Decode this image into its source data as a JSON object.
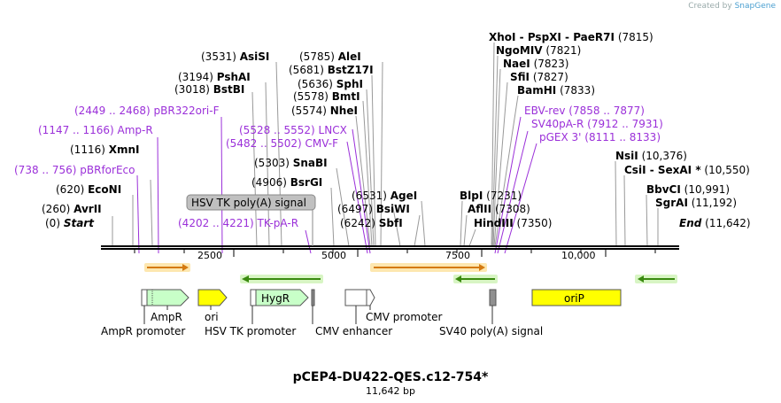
{
  "watermark": {
    "prefix": "Created by",
    "brand": "SnapGene"
  },
  "map": {
    "name": "pCEP4-DU422-QES.c12-754*",
    "length_label": "11,642 bp",
    "ticks": [
      "2500",
      "5000",
      "7500",
      "10,000"
    ]
  },
  "sites": [
    {
      "pos": "(0)",
      "name": "Start",
      "italic": true
    },
    {
      "pos": "(260)",
      "name": "AvrII"
    },
    {
      "pos": "(620)",
      "name": "EcoNI"
    },
    {
      "pos": "(1116)",
      "name": "XmnI"
    },
    {
      "pos": "(3018)",
      "name": "BstBI"
    },
    {
      "pos": "(3194)",
      "name": "PshAI"
    },
    {
      "pos": "(3531)",
      "name": "AsiSI"
    },
    {
      "pos": "(4906)",
      "name": "BsrGI"
    },
    {
      "pos": "(5303)",
      "name": "SnaBI"
    },
    {
      "pos": "(5574)",
      "name": "NheI"
    },
    {
      "pos": "(5578)",
      "name": "BmtI"
    },
    {
      "pos": "(5636)",
      "name": "SphI"
    },
    {
      "pos": "(5681)",
      "name": "BstZ17I"
    },
    {
      "pos": "(5785)",
      "name": "AleI"
    },
    {
      "pos": "(6242)",
      "name": "SbfI"
    },
    {
      "pos": "(6497)",
      "name": "BsiWI"
    },
    {
      "pos": "(6531)",
      "name": "AgeI"
    },
    {
      "pos": "(7231)",
      "name": "BlpI"
    },
    {
      "pos": "(7308)",
      "name": "AflII"
    },
    {
      "pos": "(7350)",
      "name": "HindIII"
    },
    {
      "pos": "(7815)",
      "name": "XhoI - PspXI - PaeR7I"
    },
    {
      "pos": "(7821)",
      "name": "NgoMIV"
    },
    {
      "pos": "(7823)",
      "name": "NaeI"
    },
    {
      "pos": "(7827)",
      "name": "SfiI"
    },
    {
      "pos": "(7833)",
      "name": "BamHI"
    },
    {
      "pos": "(10,376)",
      "name": "NsiI"
    },
    {
      "pos": "(10,550)",
      "name": "CsiI - SexAI *"
    },
    {
      "pos": "(10,991)",
      "name": "BbvCI"
    },
    {
      "pos": "(11,192)",
      "name": "SgrAI"
    },
    {
      "pos": "(11,642)",
      "name": "End",
      "italic": true
    }
  ],
  "primers": [
    {
      "range": "(2449 .. 2468)",
      "name": "pBR322ori-F"
    },
    {
      "range": "(1147 .. 1166)",
      "name": "Amp-R"
    },
    {
      "range": "(738 .. 756)",
      "name": "pBRforEco"
    },
    {
      "range": "(5528 .. 5552)",
      "name": "LNCX"
    },
    {
      "range": "(5482 .. 5502)",
      "name": "CMV-F"
    },
    {
      "range": "(4202 .. 4221)",
      "name": "TK-pA-R"
    },
    {
      "range": "(7858 .. 7877)",
      "name": "EBV-rev"
    },
    {
      "range": "(7912 .. 7931)",
      "name": "SV40pA-R"
    },
    {
      "range": "(8111 .. 8133)",
      "name": "pGEX 3'"
    }
  ],
  "features": {
    "hsv_tk_polya_box": "HSV TK poly(A) signal",
    "ampr": "AmpR",
    "ori": "ori",
    "hygr": "HygR",
    "ampr_promoter": "AmpR promoter",
    "hsv_tk_promoter": "HSV TK promoter",
    "cmv_enhancer": "CMV enhancer",
    "cmv_promoter": "CMV promoter",
    "sv40_polya": "SV40 poly(A) signal",
    "orip": "oriP"
  },
  "colors": {
    "primer": "#9b30d9",
    "orf_fwd": "#e8a040",
    "orf_rev": "#50a020",
    "ampr_fill": "#c8ffc8",
    "ori_fill": "#ffff00",
    "hygr_fill": "#c8ffc8",
    "orip_fill": "#ffff00",
    "sv40_fill": "#909090"
  }
}
